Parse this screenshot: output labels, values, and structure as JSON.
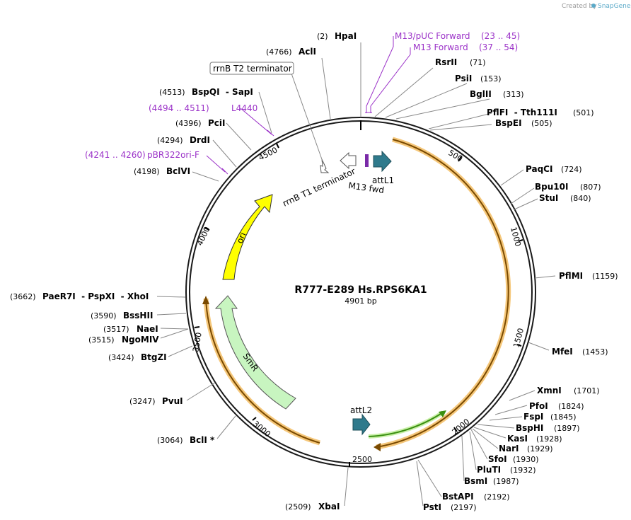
{
  "credit": {
    "prefix": "Created by",
    "brand": "SnapGene"
  },
  "plasmid": {
    "name": "R777-E289 Hs.RPS6KA1",
    "length_label": "4901 bp",
    "length": 4901
  },
  "tick_labels": [
    "500",
    "1000",
    "1500",
    "2000",
    "2500",
    "3000",
    "3500",
    "4000",
    "4500"
  ],
  "sites": [
    {
      "name": "HpaI",
      "pos": "(2)"
    },
    {
      "name": "AclI",
      "pos": "(4766)"
    },
    {
      "name": "RsrII",
      "pos": "(71)"
    },
    {
      "name": "PsiI",
      "pos": "(153)"
    },
    {
      "name": "BglII",
      "pos": "(313)"
    },
    {
      "name": "PflFI  - Tth111I",
      "pos": "(501)"
    },
    {
      "name": "BspEI",
      "pos": "(505)"
    },
    {
      "name": "PaqCI",
      "pos": "(724)"
    },
    {
      "name": "Bpu10I",
      "pos": "(807)"
    },
    {
      "name": "StuI",
      "pos": "(840)"
    },
    {
      "name": "PflMI",
      "pos": "(1159)"
    },
    {
      "name": "MfeI",
      "pos": "(1453)"
    },
    {
      "name": "XmnI",
      "pos": "(1701)"
    },
    {
      "name": "PfoI",
      "pos": "(1824)"
    },
    {
      "name": "FspI",
      "pos": "(1845)"
    },
    {
      "name": "BspHI",
      "pos": "(1897)"
    },
    {
      "name": "KasI",
      "pos": "(1928)"
    },
    {
      "name": "NarI",
      "pos": "(1929)"
    },
    {
      "name": "SfoI",
      "pos": "(1930)"
    },
    {
      "name": "PluTI",
      "pos": "(1932)"
    },
    {
      "name": "BsmI",
      "pos": "(1987)"
    },
    {
      "name": "BstAPI",
      "pos": "(2192)"
    },
    {
      "name": "PstI",
      "pos": "(2197)"
    },
    {
      "name": "XbaI",
      "pos": "(2509)"
    },
    {
      "name": "BclI *",
      "pos": "(3064)"
    },
    {
      "name": "PvuI",
      "pos": "(3247)"
    },
    {
      "name": "BtgZI",
      "pos": "(3424)"
    },
    {
      "name": "NgoMIV",
      "pos": "(3515)"
    },
    {
      "name": "NaeI",
      "pos": "(3517)"
    },
    {
      "name": "BssHII",
      "pos": "(3590)"
    },
    {
      "name": "PaeR7I  - PspXI  - XhoI",
      "pos": "(3662)"
    },
    {
      "name": "BclVI",
      "pos": "(4198)"
    },
    {
      "name": "DrdI",
      "pos": "(4294)"
    },
    {
      "name": "PciI",
      "pos": "(4396)"
    },
    {
      "name": "BspQI  - SapI",
      "pos": "(4513)"
    }
  ],
  "primers": [
    {
      "name": "M13/pUC Forward",
      "range": "(23 .. 45)"
    },
    {
      "name": "M13 Forward",
      "range": "(37 .. 54)"
    },
    {
      "name": "L4440",
      "range": "(4494 .. 4511)"
    },
    {
      "name": "pBR322ori-F",
      "range": "(4241 .. 4260)"
    }
  ],
  "features": {
    "rrnB_T2": "rrnB T2 terminator",
    "rrnB_T1": "rrnB T1 terminator",
    "m13_fwd": "M13 fwd",
    "attL1": "attL1",
    "attL2": "attL2",
    "ori": "ori",
    "smR": "SmR"
  },
  "colors": {
    "backbone": "#1a1a1a",
    "orange_feature": "#f5a623",
    "att_sites": "#2f7a8c",
    "ori": "#ffff00",
    "smR": "#c8f5c0",
    "green_arrow": "#4caf1a",
    "primer": "#9b32c8"
  }
}
